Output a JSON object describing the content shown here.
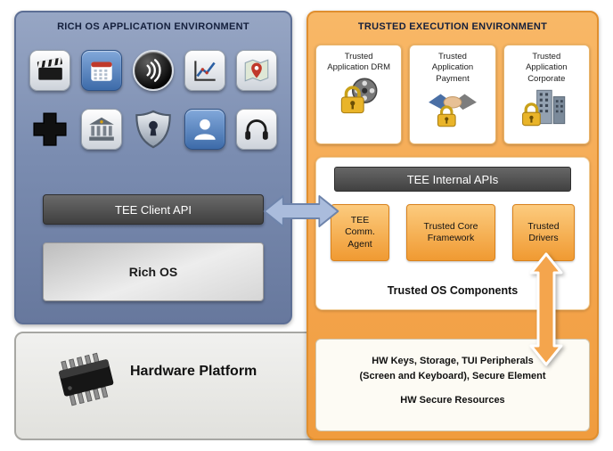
{
  "left_panel": {
    "title": "RICH OS APPLICATION ENVIRONMENT",
    "tee_client_api_label": "TEE Client API",
    "rich_os_label": "Rich OS",
    "app_icons": [
      "movie-icon",
      "calendar-icon",
      "nfc-icon",
      "chart-icon",
      "maps-icon",
      "medical-icon",
      "bank-icon",
      "security-shield-icon",
      "contacts-icon",
      "headphones-icon"
    ]
  },
  "right_panel": {
    "title": "TRUSTED EXECUTION ENVIRONMENT",
    "trusted_apps": [
      {
        "label": "Trusted Application DRM",
        "icon": "film-reel-lock-icon"
      },
      {
        "label": "Trusted Application Payment",
        "icon": "handshake-lock-icon"
      },
      {
        "label": "Trusted Application Corporate",
        "icon": "corporate-building-lock-icon"
      }
    ],
    "tee_internal_apis_label": "TEE Internal APIs",
    "components": [
      {
        "label": "TEE Comm. Agent"
      },
      {
        "label": "Trusted Core Framework"
      },
      {
        "label": "Trusted Drivers"
      }
    ],
    "trusted_os_components_label": "Trusted OS Components",
    "hw_resources": {
      "line1": "HW Keys, Storage, TUI Peripherals",
      "line2": "(Screen and Keyboard), Secure Element",
      "line3": "HW Secure Resources"
    }
  },
  "hardware": {
    "label": "Hardware Platform",
    "chip_icon": "chip-icon"
  },
  "colors": {
    "blue_panel": "#7b8db1",
    "blue_panel_border": "#5d6f95",
    "orange_panel": "#f4a54d",
    "orange_border": "#e08f2f",
    "dark_bar": "#4d4d4d",
    "navy_text": "#141f3c",
    "arrow_blue": "#aabcdc",
    "arrow_orange": "#f4a54d",
    "component_box": "#f09a32",
    "lock_gold": "#e9b429"
  }
}
